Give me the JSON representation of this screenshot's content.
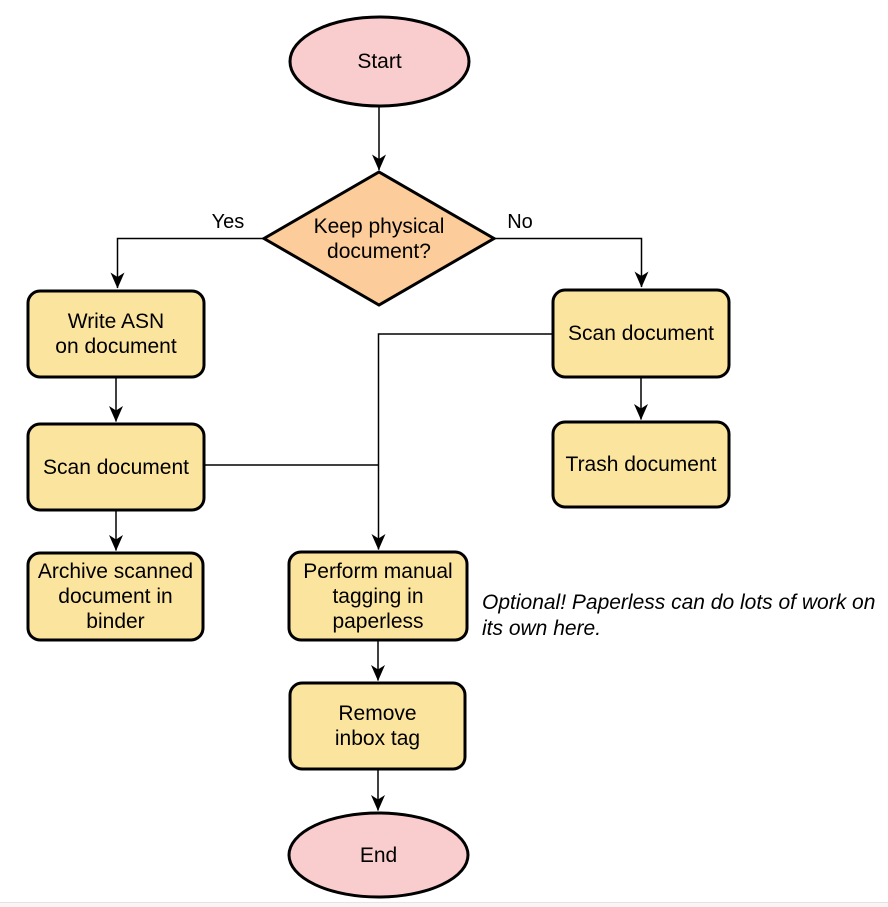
{
  "diagram": {
    "type": "flowchart",
    "nodes": {
      "start": {
        "label": "Start",
        "shape": "terminal"
      },
      "keep_physical": {
        "label": "Keep physical\ndocument?",
        "shape": "decision"
      },
      "write_asn": {
        "label": "Write ASN\non document",
        "shape": "process"
      },
      "scan_document_left": {
        "label": "Scan document",
        "shape": "process"
      },
      "archive_binder": {
        "label": "Archive scanned\ndocument in\nbinder",
        "shape": "process"
      },
      "scan_document_right": {
        "label": "Scan document",
        "shape": "process"
      },
      "trash_document": {
        "label": "Trash document",
        "shape": "process"
      },
      "manual_tagging": {
        "label": "Perform manual\ntagging in\npaperless",
        "shape": "process"
      },
      "remove_inbox_tag": {
        "label": "Remove\ninbox tag",
        "shape": "process"
      },
      "end": {
        "label": "End",
        "shape": "terminal"
      }
    },
    "edge_labels": {
      "yes": "Yes",
      "no": "No"
    },
    "note": "Optional! Paperless can do lots of work on\nits own here.",
    "colors": {
      "terminal_fill": "#F9CCCD",
      "decision_fill": "#FCCD9B",
      "process_fill": "#FBE49E",
      "line": "#000000"
    }
  }
}
